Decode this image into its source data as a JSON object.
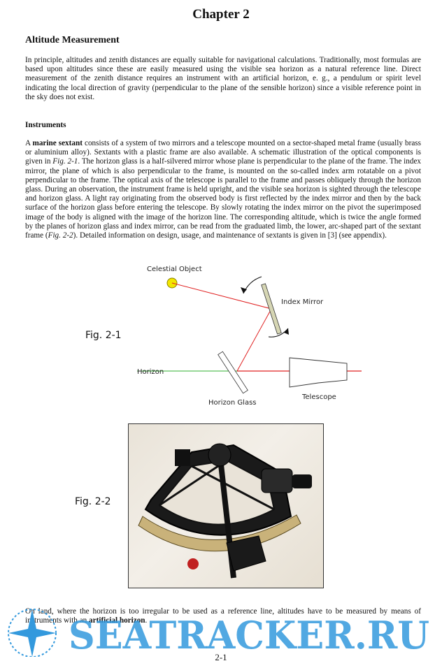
{
  "chapter_title": "Chapter 2",
  "section_heading": "Altitude Measurement",
  "intro_paragraph": "In principle, altitudes and zenith distances are equally suitable for navigational calculations. Traditionally, most formulas are based upon altitudes since these are easily measured using the visible sea horizon as a natural reference line. Direct measurement of the zenith distance requires an instrument with an artificial horizon, e. g., a pendulum or spirit level indicating the local direction of gravity (perpendicular to the plane of the sensible horizon) since a visible reference point in the sky does not exist.",
  "subheading": "Instruments",
  "instruments_paragraph": {
    "lead": "A ",
    "term": "marine sextant",
    "p1": " consists of a system of two mirrors and a telescope mounted on a sector-shaped metal frame (usually brass or aluminium alloy). Sextants with a plastic frame are also available. A schematic illustration of the optical components is given in ",
    "ref1": "Fig. 2-1",
    "p2": ". The horizon glass is a half-silvered mirror whose plane is perpendicular to the plane of the frame. The index mirror, the plane of which is also perpendicular to the frame, is mounted on the so-called index arm rotatable on a pivot perpendicular to the frame. The optical axis of the telescope is parallel to the frame and passes obliquely through the horizon glass. During an observation, the instrument frame is held upright, and the visible sea horizon is sighted through the telescope and horizon glass. A light ray originating from the observed body is first reflected by the index mirror and then by the back surface of the horizon glass before entering the telescope. By slowly rotating the index mirror on the pivot the superimposed image of the body is aligned with the image of the horizon line. The corresponding altitude, which is twice the angle formed by the planes of horizon glass and index mirror, can be read from the graduated limb, the lower, arc-shaped part of the sextant frame (",
    "ref2": "Fig. 2-2",
    "p3": "). Detailed information on design, usage, and maintenance of sextants is given in [3] (see appendix)."
  },
  "figure_1": {
    "label": "Fig. 2-1",
    "celestial_object": "Celestial Object",
    "index_mirror": "Index Mirror",
    "horizon": "Horizon",
    "horizon_glass": "Horizon Glass",
    "telescope": "Telescope",
    "colors": {
      "sun": "#f2e600",
      "ray": "#e02020",
      "horizon_line": "#30b030",
      "mirror": "#d6d6b4"
    }
  },
  "figure_2": {
    "label": "Fig. 2-2"
  },
  "land_paragraph": {
    "p1": "On land, where the horizon is too irregular to be used as a reference line, altitudes have to be measured by means of instruments with an ",
    "term": "artificial horizon",
    "p2": "."
  },
  "watermark_text": "SEATRACKER.RU",
  "page_number": "2-1"
}
